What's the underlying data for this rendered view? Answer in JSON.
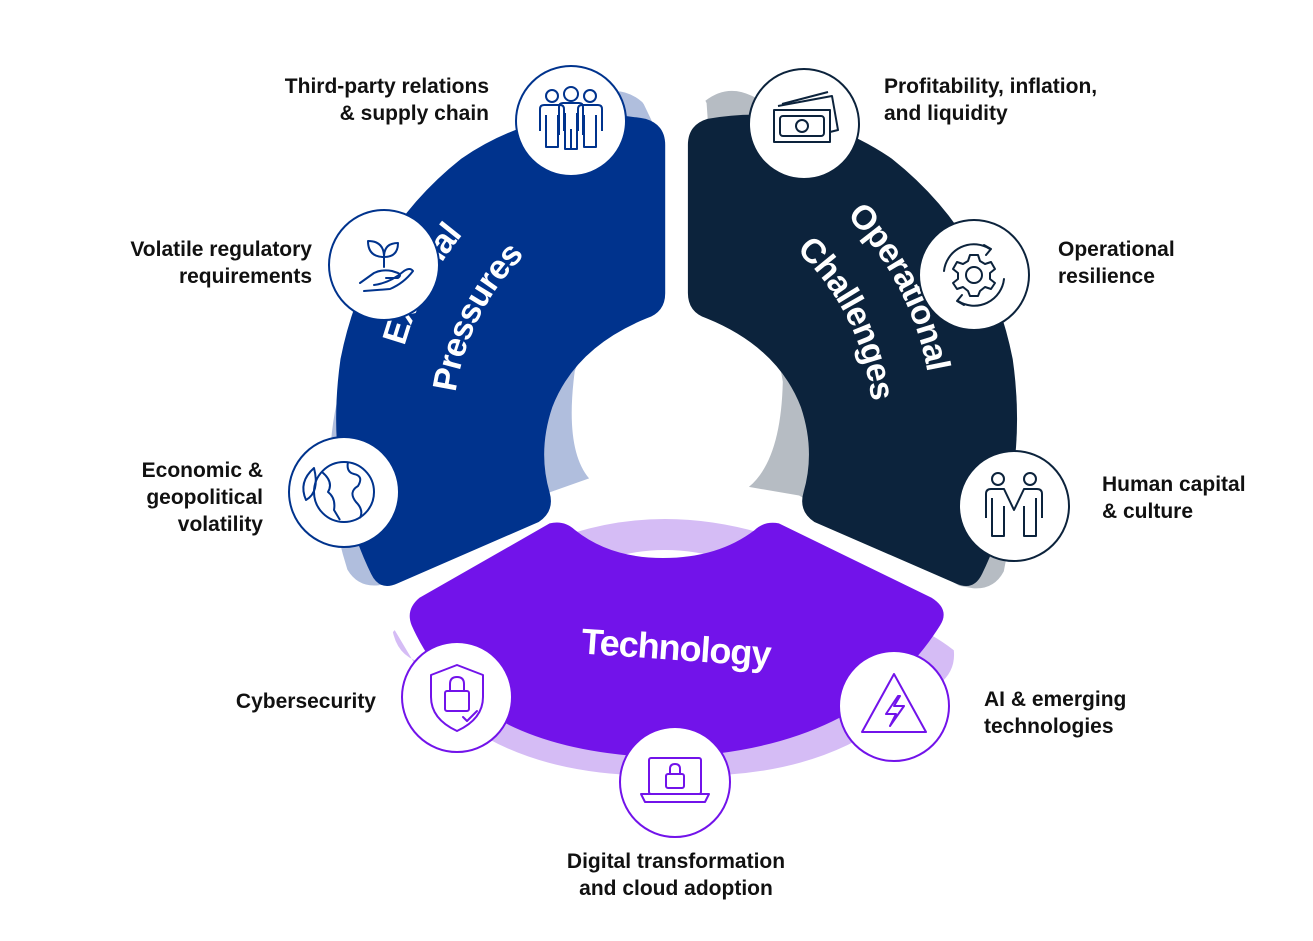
{
  "segments": {
    "external": {
      "title_line1": "External",
      "title_line2": "Pressures",
      "color": "#00338D",
      "track_color": "#B0BEDD"
    },
    "operational": {
      "title_line1": "Operational",
      "title_line2": "Challenges",
      "color": "#0C233C",
      "track_color": "#B6BCC3"
    },
    "technology": {
      "title": "Technology",
      "color": "#7213EA",
      "track_color": "#D5BCF5"
    }
  },
  "items": {
    "third_party": {
      "text": "Third-party relations\n& supply chain",
      "icon": "people-group-icon"
    },
    "regulatory": {
      "text": "Volatile regulatory\nrequirements",
      "icon": "hand-sprout-icon"
    },
    "economic": {
      "text": "Economic &\ngeopolitical\nvolatility",
      "icon": "globe-leaf-icon"
    },
    "profitability": {
      "text": "Profitability, inflation,\nand liquidity",
      "icon": "money-stack-icon"
    },
    "resilience": {
      "text": "Operational\nresilience",
      "icon": "gear-cycle-icon"
    },
    "human_capital": {
      "text": "Human capital\n& culture",
      "icon": "handshake-people-icon"
    },
    "cybersecurity": {
      "text": "Cybersecurity",
      "icon": "shield-lock-icon"
    },
    "digital": {
      "text": "Digital transformation\nand cloud adoption",
      "icon": "laptop-lock-icon"
    },
    "ai": {
      "text": "AI & emerging\ntechnologies",
      "icon": "lightning-triangle-icon"
    }
  }
}
